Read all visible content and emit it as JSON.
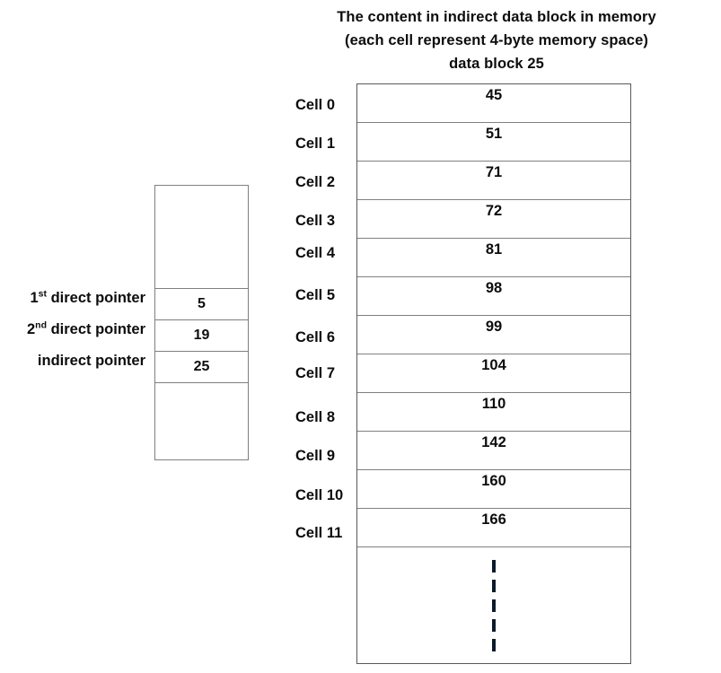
{
  "title": {
    "line1": "The content in indirect data block in memory",
    "line2": "(each cell represent 4-byte memory space)",
    "line3": "data block 25"
  },
  "inode": {
    "pointer_rows": [
      {
        "label_prefix": "1",
        "label_sup": "st",
        "label_rest": " direct pointer",
        "value": "5"
      },
      {
        "label_prefix": "2",
        "label_sup": "nd",
        "label_rest": " direct pointer",
        "value": "19"
      },
      {
        "label_prefix": "",
        "label_sup": "",
        "label_rest": "indirect pointer",
        "value": "25"
      }
    ]
  },
  "data_block": {
    "cells": [
      {
        "label": "Cell 0",
        "value": "45"
      },
      {
        "label": "Cell 1",
        "value": "51"
      },
      {
        "label": "Cell 2",
        "value": "71"
      },
      {
        "label": "Cell 3",
        "value": "72"
      },
      {
        "label": "Cell 4",
        "value": "81"
      },
      {
        "label": "Cell 5",
        "value": "98"
      },
      {
        "label": "Cell 6",
        "value": "99"
      },
      {
        "label": "Cell 7",
        "value": "104"
      },
      {
        "label": "Cell 8",
        "value": "110"
      },
      {
        "label": "Cell 9",
        "value": "142"
      },
      {
        "label": "Cell 10",
        "value": "160"
      },
      {
        "label": "Cell 11",
        "value": "166"
      }
    ],
    "continuation": "vertical-ellipsis"
  },
  "colors": {
    "text": "#0d0d0d",
    "table_border": "#595959",
    "row_divider": "#808080",
    "inode_border": "#7f7f7f",
    "background": "#ffffff"
  }
}
